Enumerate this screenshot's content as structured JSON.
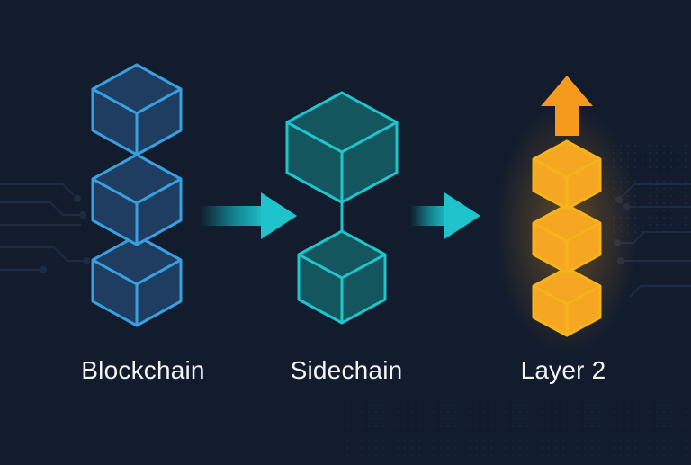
{
  "diagram": {
    "stages": [
      {
        "id": "blockchain",
        "label": "Blockchain"
      },
      {
        "id": "sidechain",
        "label": "Sidechain"
      },
      {
        "id": "layer2",
        "label": "Layer 2"
      }
    ]
  },
  "colors": {
    "background": "#121c2d",
    "circuit": "#1d2c44",
    "blockchain_stroke": "#3a9fe0",
    "blockchain_fill": "#1e3d60",
    "sidechain_stroke": "#20c4cc",
    "sidechain_fill": "#13565e",
    "layer2_stroke": "#f6b418",
    "layer2_fill": "#f5a623",
    "arrow_teal": "#14a9b4",
    "arrow_orange": "#f59a1c",
    "label_text": "#f2f4f8"
  },
  "icons": [
    "cube-icon",
    "arrow-right-icon",
    "arrow-up-icon"
  ]
}
